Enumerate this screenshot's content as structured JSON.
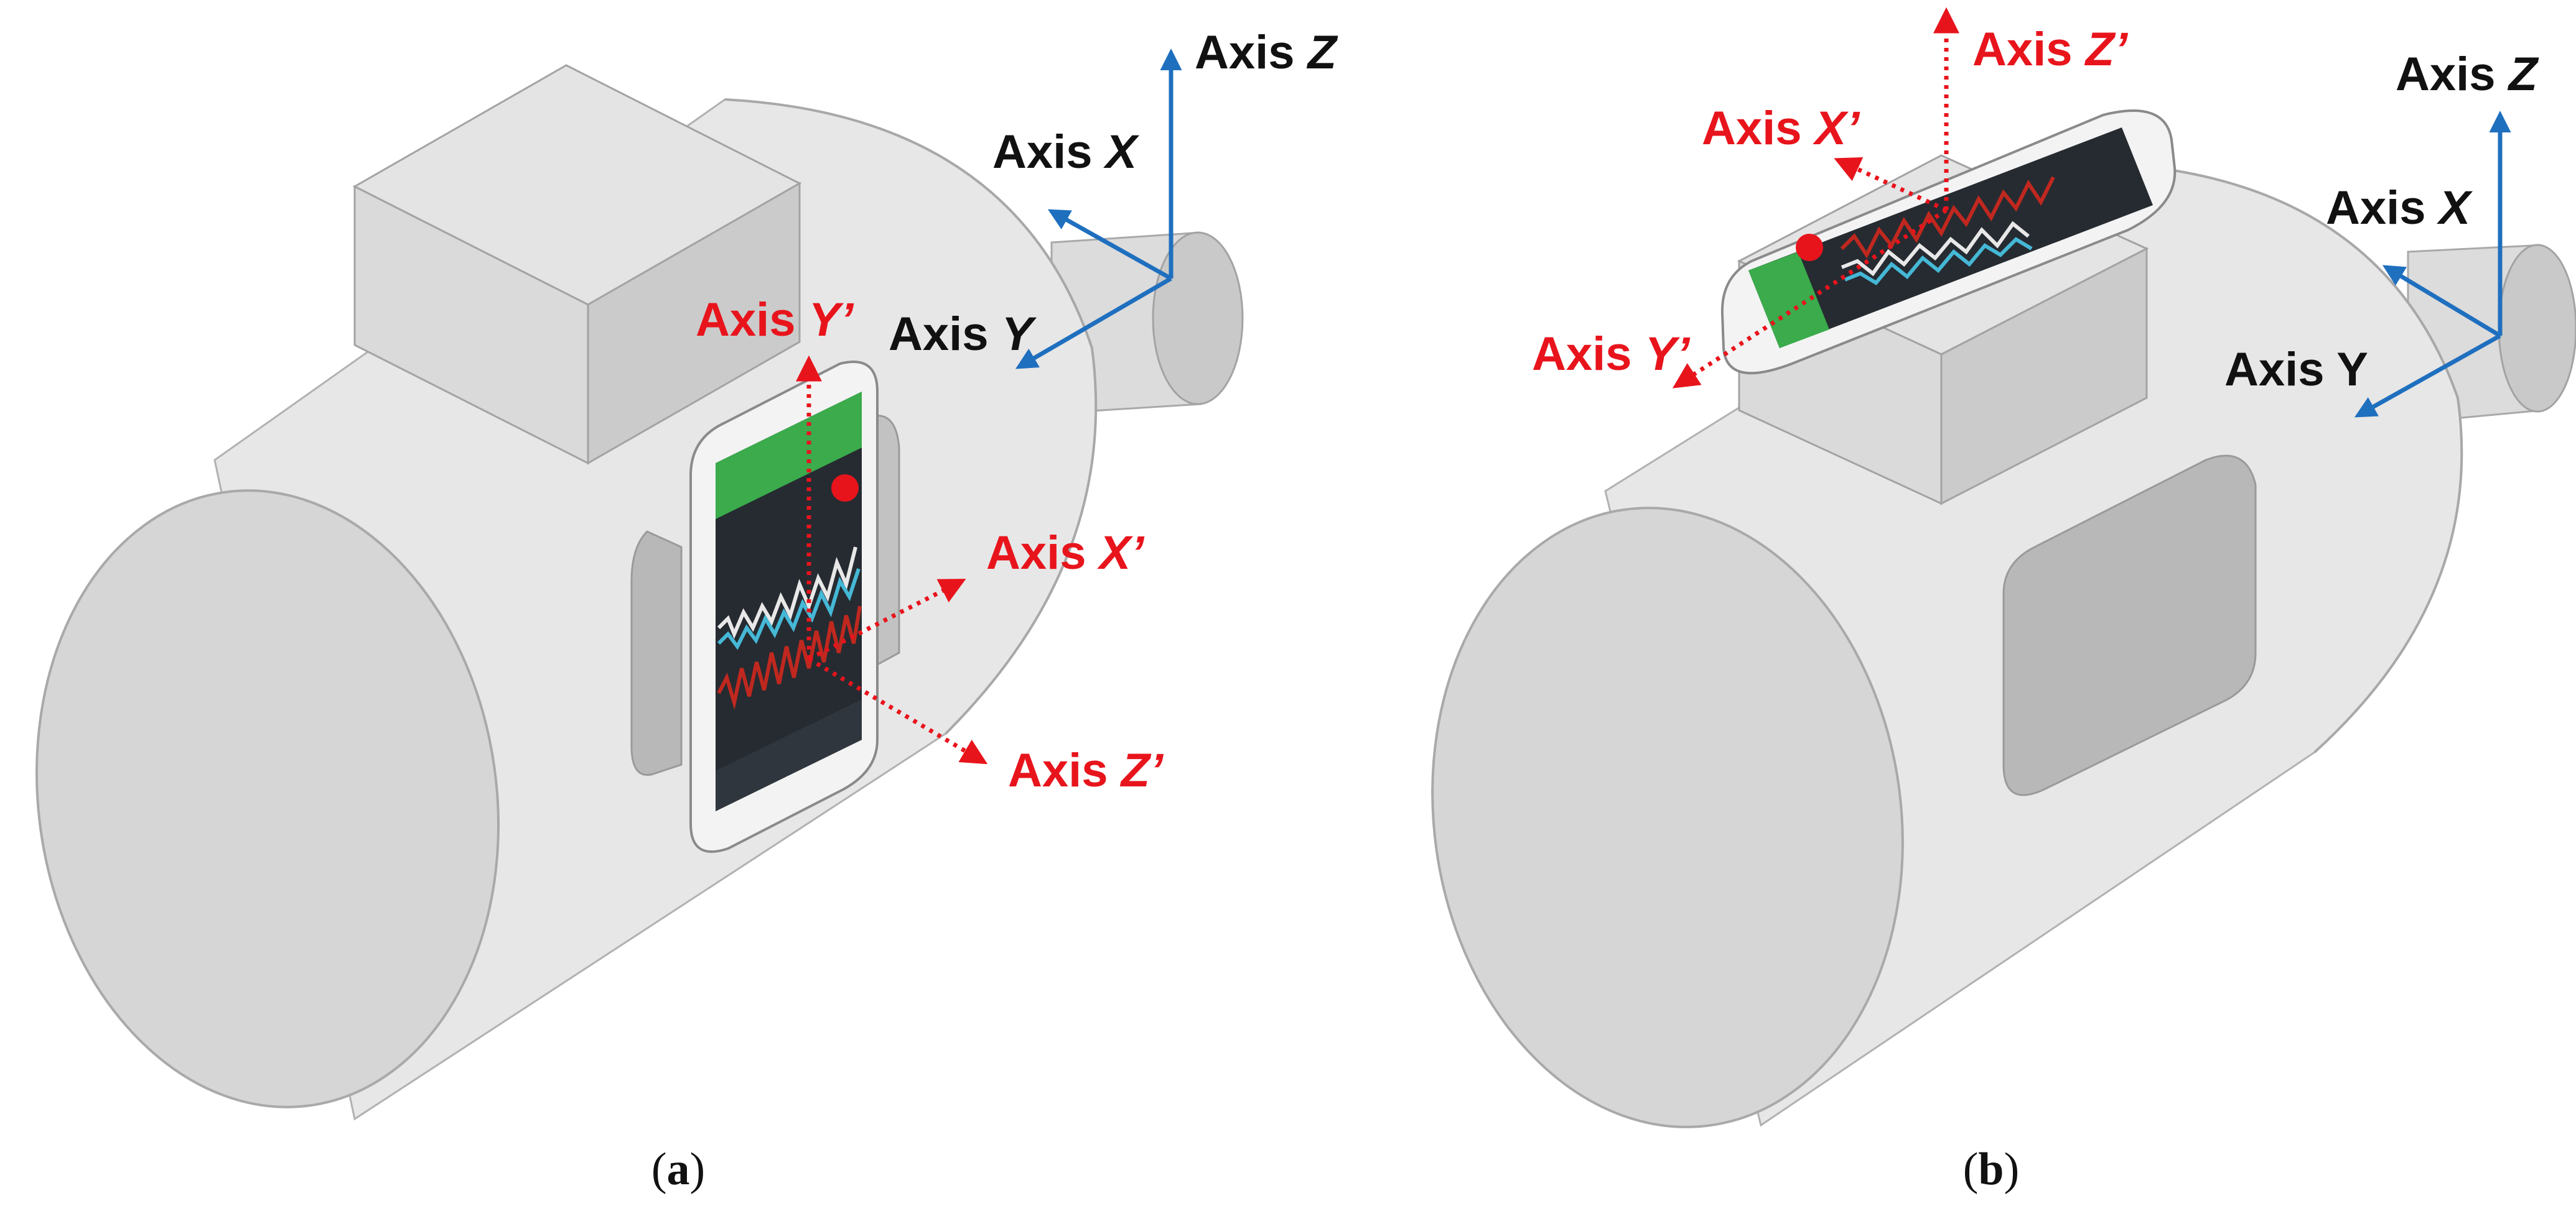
{
  "colors": {
    "body_light": "#e6e6e6",
    "body_mid": "#dcdcdc",
    "end_face": "#d3d3d3",
    "plate": "#b5b5b5",
    "box_top": "#e2e2e2",
    "box_front": "#dadada",
    "box_side": "#c9c9c9",
    "edge": "#a3a3a3",
    "black_axis_color": "#1f6fbf",
    "red_axis_color": "#e8141c",
    "black_label_color": "#111111",
    "red_label_color": "#e8141c",
    "phone_frame": "#f3f3f3",
    "phone_screen": "#262b31",
    "app_green": "#3bab4c",
    "signal_white": "#e8e8e8",
    "signal_blue": "#45b8d6",
    "signal_red": "#c0281f"
  },
  "panels": [
    {
      "caption": "(a)",
      "motor_frame_axes": [
        {
          "prefix": "Axis ",
          "letter": "Z",
          "italic": true
        },
        {
          "prefix": "Axis ",
          "letter": "X",
          "italic": true
        },
        {
          "prefix": "Axis ",
          "letter": "Y",
          "italic": true
        }
      ],
      "phone_axes": [
        {
          "prefix": "Axis ",
          "letter": "Y’",
          "italic": true
        },
        {
          "prefix": "Axis ",
          "letter": "X’",
          "italic": true
        },
        {
          "prefix": "Axis ",
          "letter": "Z’",
          "italic": true
        }
      ],
      "phone_mounting": "side plate (vertical)"
    },
    {
      "caption": "(b)",
      "motor_frame_axes": [
        {
          "prefix": "Axis ",
          "letter": "Z",
          "italic": true
        },
        {
          "prefix": "Axis ",
          "letter": "X",
          "italic": true
        },
        {
          "prefix": "Axis Y",
          "letter": "",
          "italic": false
        }
      ],
      "phone_axes": [
        {
          "prefix": "Axis ",
          "letter": "Z’",
          "italic": true
        },
        {
          "prefix": "Axis ",
          "letter": "X’",
          "italic": true
        },
        {
          "prefix": "Axis ",
          "letter": "Y’",
          "italic": true
        }
      ],
      "phone_mounting": "top box (horizontal)"
    }
  ]
}
